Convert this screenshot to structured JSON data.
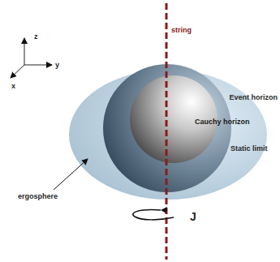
{
  "diagram": {
    "labels": [
      "z",
      "y",
      "x",
      "string",
      "Event horizon",
      "Cauchy horizon",
      "Static limit",
      "ergosphere",
      "J"
    ]
  }
}
